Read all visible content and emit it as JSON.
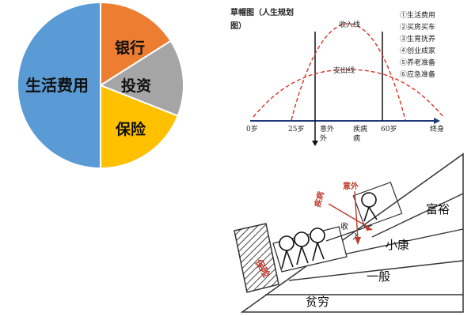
{
  "pie": {
    "slices": [
      {
        "label": "银行",
        "value": 16,
        "color": "#ED7D31"
      },
      {
        "label": "投资",
        "value": 15,
        "color": "#A5A5A5"
      },
      {
        "label": "保险",
        "value": 19,
        "color": "#FFC000"
      },
      {
        "label": "生活费用",
        "value": 50,
        "color": "#5B9BD5"
      }
    ]
  },
  "curve_chart": {
    "title_line1": "草帽图（人生规划",
    "title_line2": "图）",
    "income_label": "收入线",
    "expense_label": "支出线",
    "ticks": [
      "0岁",
      "25岁",
      "意外",
      "疾病",
      "60岁",
      "终身"
    ],
    "legend": [
      "①生活费用",
      "②买房买车",
      "③生育抚养",
      "④创业成家",
      "⑤养老准备",
      "⑥应急准备"
    ]
  },
  "stairs": {
    "levels": [
      "富裕",
      "小康",
      "一般",
      "贫穷"
    ],
    "shield_label": "保险",
    "red_labels": [
      "疾病",
      "意外"
    ],
    "arrow_labels": [
      "收",
      "入"
    ]
  }
}
